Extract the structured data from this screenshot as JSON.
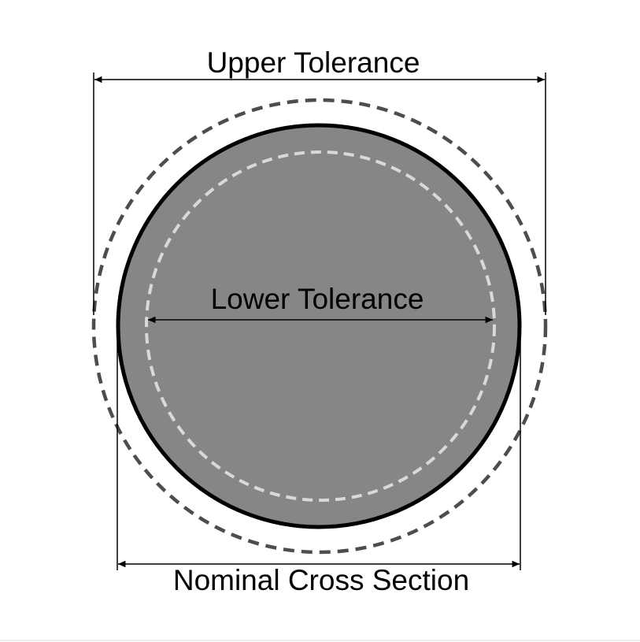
{
  "labels": {
    "upper": "Upper Tolerance",
    "lower": "Lower Tolerance",
    "nominal": "Nominal Cross Section"
  },
  "colors": {
    "background": "#ffffff",
    "nominal_fill": "#868686",
    "nominal_outline": "#000000",
    "upper_dash": "#4d4d4d",
    "lower_dash": "#d9d9d9",
    "dimension_line": "#000000",
    "text": "#000000"
  }
}
